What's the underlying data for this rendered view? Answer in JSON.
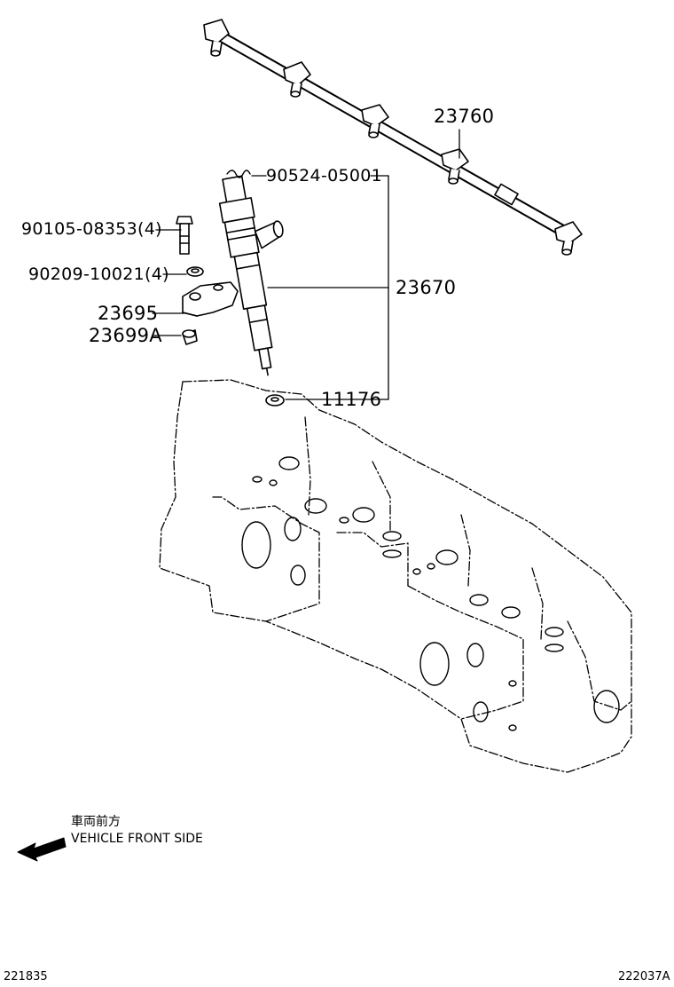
{
  "parts": {
    "p23760": "23760",
    "p90524": "90524-05001",
    "p90105": "90105-08353(4)",
    "p90209": "90209-10021(4)",
    "p23670": "23670",
    "p23695": "23695",
    "p23699A": "23699A",
    "p11176": "11176"
  },
  "direction": {
    "label_jp": "車両前方",
    "label_en": "VEHICLE FRONT SIDE",
    "icon": "arrow-left-icon"
  },
  "footer": {
    "left_code": "221835",
    "right_code": "222037A"
  }
}
